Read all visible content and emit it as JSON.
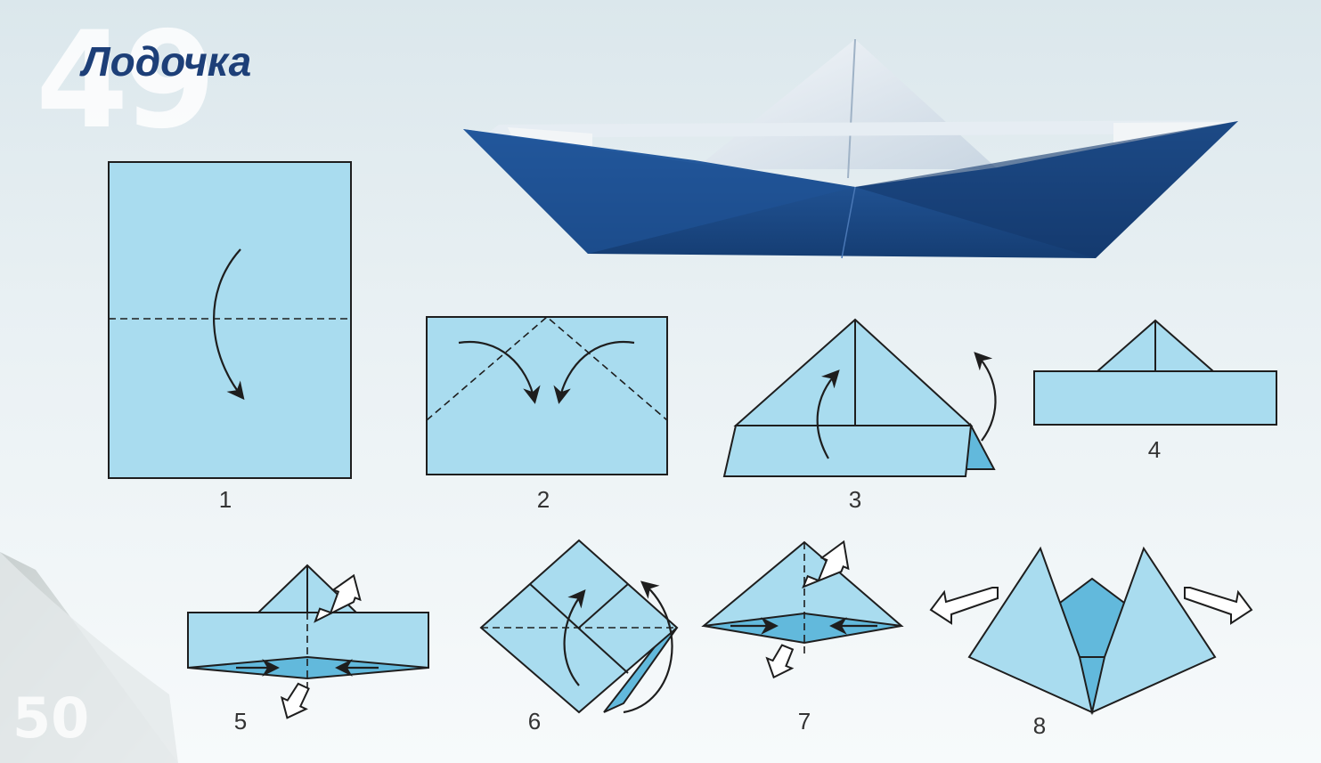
{
  "page": {
    "big_number": "49",
    "title": "Лодочка",
    "corner_number": "50"
  },
  "steps": [
    {
      "label": "1"
    },
    {
      "label": "2"
    },
    {
      "label": "3"
    },
    {
      "label": "4"
    },
    {
      "label": "5"
    },
    {
      "label": "6"
    },
    {
      "label": "7"
    },
    {
      "label": "8"
    }
  ],
  "colors": {
    "paper": "#a9dcef",
    "paper_dark": "#62b9dc",
    "boat_blue": "#1c4c8c",
    "title": "#1d3f78"
  },
  "icons": [
    "curved-fold-arrow",
    "hollow-direction-arrow",
    "push-arrow"
  ]
}
